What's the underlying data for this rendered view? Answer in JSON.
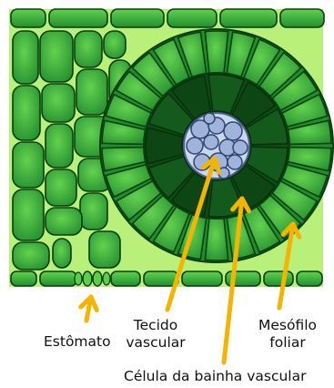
{
  "labels": {
    "stomata": "Estômato",
    "vascular_l1": "Tecido",
    "vascular_l2": "vascular",
    "mesophyll_l1": "Mesófilo",
    "mesophyll_l2": "foliar",
    "bundle_sheath": "Célula da bainha vascular"
  },
  "colors": {
    "background_green": "#b9f07a",
    "cell_green": "#2ea83a",
    "cell_light": "#5ccf4a",
    "sheath_dark": "#0f4a16",
    "vascular_blue": "#9fb4d8",
    "arrow": "#f5b400"
  }
}
